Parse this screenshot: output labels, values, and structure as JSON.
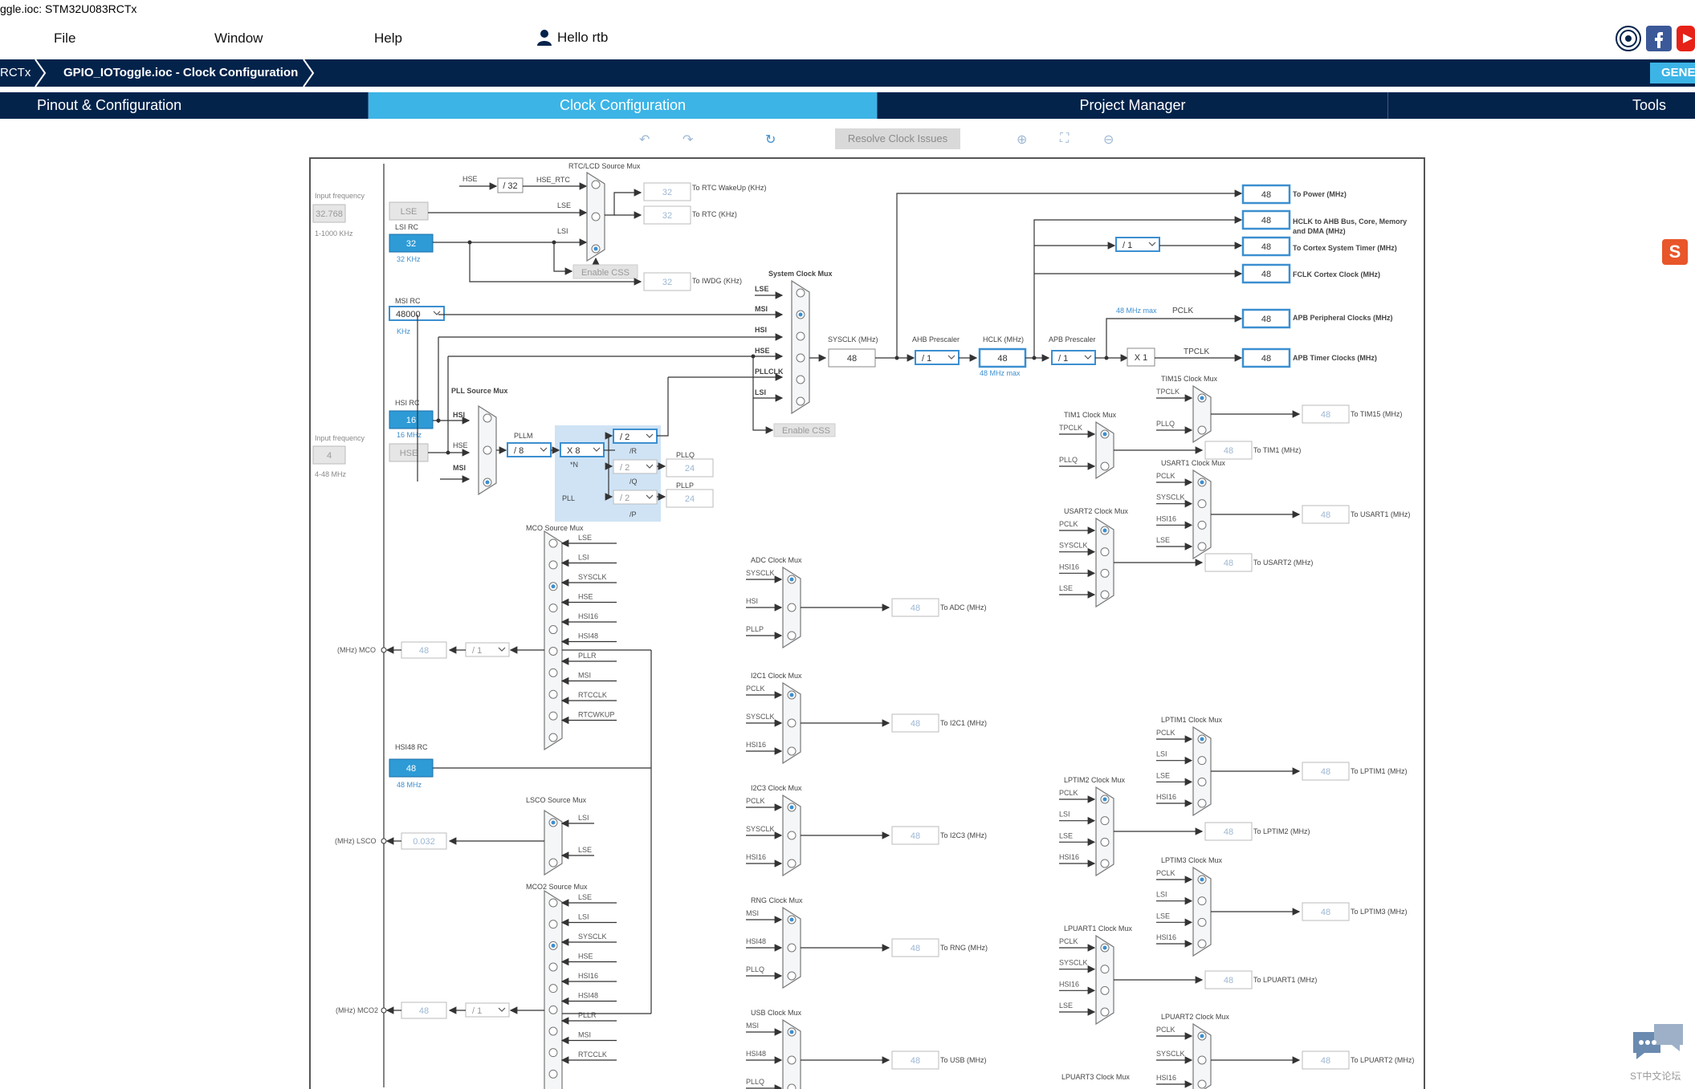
{
  "window": {
    "title": "ggle.ioc: STM32U083RCTx"
  },
  "menu": {
    "items": [
      "File",
      "Window",
      "Help"
    ],
    "user": "Hello rtb"
  },
  "breadcrumb": {
    "items": [
      "RCTx",
      "GPIO_IOToggle.ioc - Clock Configuration"
    ],
    "generate": "GENE"
  },
  "tabs": [
    "Pinout & Configuration",
    "Clock Configuration",
    "Project Manager",
    "Tools"
  ],
  "toolbar": {
    "resolve": "Resolve Clock Issues"
  },
  "colors": {
    "navy": "#03234b",
    "accent": "#3cb4e6",
    "pll_bg": "#cfe3f5"
  },
  "icons": [
    "undo-icon",
    "redo-icon",
    "refresh-icon",
    "zoom-in-icon",
    "fit-icon",
    "zoom-out-icon",
    "user-icon",
    "youtube-icon",
    "facebook-icon"
  ],
  "forum": "ST中文论坛",
  "clk": {
    "rtc_mux": "RTC/LCD Source Mux",
    "hse": "HSE",
    "hse_rtc": "HSE_RTC",
    "div32": "/ 32",
    "lse": "LSE",
    "lsi": "LSI",
    "input_freq": "Input frequency",
    "lse_val": "32.768",
    "lse_range": "1-1000 KHz",
    "lsi_rc": "LSI RC",
    "lsi_val": "32",
    "lsi_unit": "32 KHz",
    "rtc_wakeup_val": "32",
    "rtc_wakeup_label": "To RTC WakeUp (KHz)",
    "rtc_val": "32",
    "rtc_label": "To RTC (KHz)",
    "enable_css": "Enable CSS",
    "iwdg_val": "32",
    "iwdg_label": "To IWDG (KHz)",
    "msi_rc": "MSI RC",
    "msi_val": "48000",
    "msi_unit": "KHz",
    "sys_mux": "System Clock Mux",
    "msi": "MSI",
    "hsi": "HSI",
    "pllclk": "PLLCLK",
    "sysclk_label": "SYSCLK (MHz)",
    "sysclk_val": "48",
    "ahb_label": "AHB Prescaler",
    "ahb_val": "/ 1",
    "hclk_label": "HCLK (MHz)",
    "hclk_val": "48",
    "hclk_max": "48 MHz max",
    "apb_label": "APB Prescaler",
    "apb_val": "/ 1",
    "apb_max": "48 MHz max",
    "pclk": "PCLK",
    "tpclk": "TPCLK",
    "x1": "X 1",
    "cortex_div": "/ 1",
    "out_power_val": "48",
    "out_power_label": "To Power (MHz)",
    "out_hclk_val": "48",
    "out_hclk_label1": "HCLK to AHB Bus, Core, Memory",
    "out_hclk_label2": "and DMA (MHz)",
    "out_cortex_val": "48",
    "out_cortex_label": "To Cortex System Timer (MHz)",
    "out_fclk_val": "48",
    "out_fclk_label": "FCLK Cortex Clock (MHz)",
    "out_apb_val": "48",
    "out_apb_label": "APB Peripheral Clocks (MHz)",
    "out_tim_val": "48",
    "out_tim_label": "APB Timer Clocks (MHz)",
    "hsi_rc": "HSI RC",
    "hsi_val": "16",
    "hsi_unit": "16 MHz",
    "pll_mux": "PLL Source Mux",
    "hse_val": "4",
    "hse_range": "4-48 MHz",
    "pllm": "PLLM",
    "pllm_val": "/ 8",
    "plln_val": "X 8",
    "n_label": "*N",
    "pll": "PLL",
    "pllr_val": "/ 2",
    "r_label": "/R",
    "pllq_val": "/ 2",
    "q_label": "/Q",
    "pllp_val": "/ 2",
    "p_label": "/P",
    "pllq": "PLLQ",
    "pllq_out": "24",
    "pllp": "PLLP",
    "pllp_out": "24",
    "mco_mux": "MCO Source Mux",
    "mco_inputs": [
      "LSE",
      "LSI",
      "SYSCLK",
      "HSE",
      "HSI16",
      "HSI48",
      "PLLR",
      "MSI",
      "RTCCLK",
      "RTCWKUP"
    ],
    "mco_label": "(MHz) MCO",
    "mco_val": "48",
    "mco_div": "/ 1",
    "hsi48_rc": "HSI48 RC",
    "hsi48_val": "48",
    "hsi48_unit": "48 MHz",
    "lsco_mux": "LSCO Source Mux",
    "lsco_label": "(MHz) LSCO",
    "lsco_val": "0.032",
    "mco2_mux": "MCO2 Source Mux",
    "mco2_label": "(MHz) MCO2",
    "mco2_val": "48",
    "mco2_div": "/ 1",
    "mco2_inputs": [
      "LSE",
      "LSI",
      "SYSCLK",
      "HSE",
      "HSI16",
      "HSI48",
      "PLLR",
      "MSI",
      "RTCCLK"
    ],
    "adc_mux": "ADC Clock Mux",
    "adc_inputs": [
      "SYSCLK",
      "HSI",
      "PLLP"
    ],
    "adc_val": "48",
    "adc_label": "To ADC (MHz)",
    "i2c1_mux": "I2C1 Clock Mux",
    "i2c1_inputs": [
      "PCLK",
      "SYSCLK",
      "HSI16"
    ],
    "i2c1_val": "48",
    "i2c1_label": "To I2C1 (MHz)",
    "i2c3_mux": "I2C3 Clock Mux",
    "i2c3_inputs": [
      "PCLK",
      "SYSCLK",
      "HSI16"
    ],
    "i2c3_val": "48",
    "i2c3_label": "To I2C3 (MHz)",
    "rng_mux": "RNG Clock Mux",
    "rng_inputs": [
      "MSI",
      "HSI48",
      "PLLQ"
    ],
    "rng_val": "48",
    "rng_label": "To RNG (MHz)",
    "usb_mux": "USB Clock Mux",
    "usb_inputs": [
      "MSI",
      "HSI48",
      "PLLQ"
    ],
    "usb_val": "48",
    "usb_label": "To USB (MHz)",
    "tim15_mux": "TIM15 Clock Mux",
    "tim15_inputs": [
      "TPCLK",
      "PLLQ"
    ],
    "tim15_val": "48",
    "tim15_label": "To TIM15 (MHz)",
    "tim1_mux": "TIM1 Clock Mux",
    "tim1_inputs": [
      "TPCLK",
      "PLLQ"
    ],
    "tim1_val": "48",
    "tim1_label": "To TIM1 (MHz)",
    "usart1_mux": "USART1 Clock Mux",
    "usart1_inputs": [
      "PCLK",
      "SYSCLK",
      "HSI16",
      "LSE"
    ],
    "usart1_val": "48",
    "usart1_label": "To USART1 (MHz)",
    "usart2_mux": "USART2 Clock Mux",
    "usart2_inputs": [
      "PCLK",
      "SYSCLK",
      "HSI16",
      "LSE"
    ],
    "usart2_val": "48",
    "usart2_label": "To USART2 (MHz)",
    "lptim1_mux": "LPTIM1 Clock Mux",
    "lptim1_inputs": [
      "PCLK",
      "LSI",
      "LSE",
      "HSI16"
    ],
    "lptim1_val": "48",
    "lptim1_label": "To LPTIM1 (MHz)",
    "lptim2_mux": "LPTIM2 Clock Mux",
    "lptim2_inputs": [
      "PCLK",
      "LSI",
      "LSE",
      "HSI16"
    ],
    "lptim2_val": "48",
    "lptim2_label": "To LPTIM2 (MHz)",
    "lptim3_mux": "LPTIM3 Clock Mux",
    "lptim3_inputs": [
      "PCLK",
      "LSI",
      "LSE",
      "HSI16"
    ],
    "lptim3_val": "48",
    "lptim3_label": "To LPTIM3 (MHz)",
    "lpuart1_mux": "LPUART1 Clock Mux",
    "lpuart1_inputs": [
      "PCLK",
      "SYSCLK",
      "HSI16",
      "LSE"
    ],
    "lpuart1_val": "48",
    "lpuart1_label": "To LPUART1 (MHz)",
    "lpuart2_mux": "LPUART2 Clock Mux",
    "lpuart2_inputs": [
      "PCLK",
      "SYSCLK",
      "HSI16"
    ],
    "lpuart2_val": "48",
    "lpuart2_label": "To LPUART2 (MHz)",
    "lpuart3_mux": "LPUART3 Clock Mux"
  }
}
